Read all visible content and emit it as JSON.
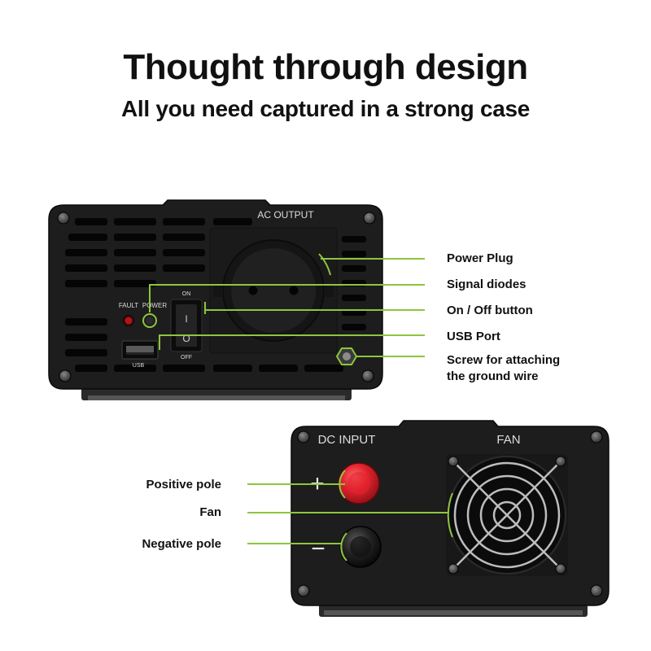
{
  "heading": {
    "title": "Thought through design",
    "subtitle": "All you need captured in a strong case"
  },
  "front_panel": {
    "printed": {
      "ac_output": "AC OUTPUT",
      "on": "ON",
      "off": "OFF",
      "fault": "FAULT",
      "power": "POWER",
      "usb": "USB",
      "switch_on_mark": "I",
      "switch_off_mark": "O"
    },
    "callouts": [
      {
        "label": "Power Plug"
      },
      {
        "label": "Signal diodes"
      },
      {
        "label": "On / Off button"
      },
      {
        "label": "USB Port"
      },
      {
        "label": "Screw for attaching",
        "label_line2": "the ground wire"
      }
    ]
  },
  "rear_panel": {
    "printed": {
      "dc_input": "DC INPUT",
      "fan": "FAN",
      "plus": "+",
      "minus": "−"
    },
    "callouts": [
      {
        "label": "Positive pole"
      },
      {
        "label": "Fan"
      },
      {
        "label": "Negative pole"
      }
    ]
  },
  "colors": {
    "accent_green": "#8dc63f",
    "case_black": "#1c1c1c",
    "positive_red": "#e3232e",
    "fault_led": "#b0151c",
    "text_dark": "#111111"
  }
}
